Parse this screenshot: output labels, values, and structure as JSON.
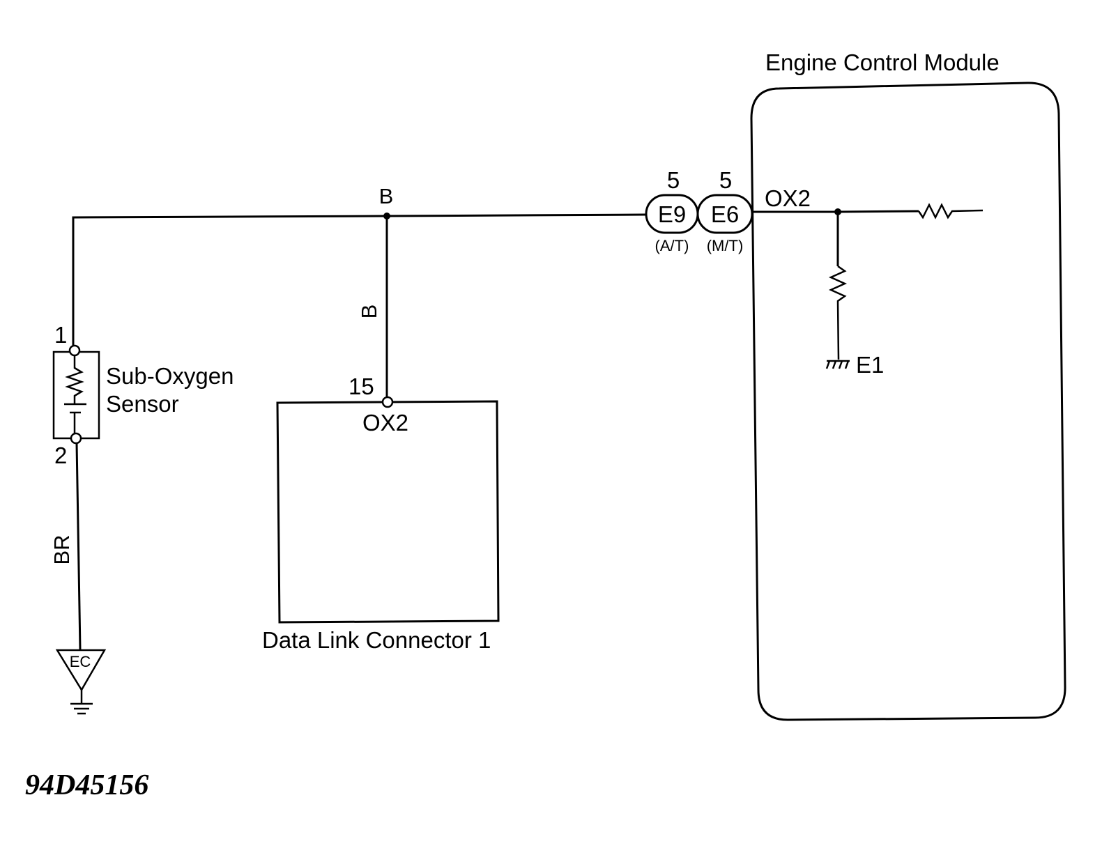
{
  "components": {
    "ecm": {
      "label": "Engine Control Module",
      "ox2_label": "OX2",
      "ground_label": "E1"
    },
    "sensor": {
      "label_line1": "Sub-Oxygen",
      "label_line2": "Sensor",
      "pin1": "1",
      "pin2": "2"
    },
    "dlc": {
      "label": "Data Link Connector 1",
      "pin": "15",
      "pin_label": "OX2"
    },
    "ground": {
      "label": "EC"
    }
  },
  "connectors": [
    {
      "id": "E9",
      "pin": "5",
      "variant": "(A/T)"
    },
    {
      "id": "E6",
      "pin": "5",
      "variant": "(M/T)"
    }
  ],
  "wires": {
    "main_color": "B",
    "branch_color": "B",
    "ground_color": "BR"
  },
  "figure_id": "94D45156"
}
